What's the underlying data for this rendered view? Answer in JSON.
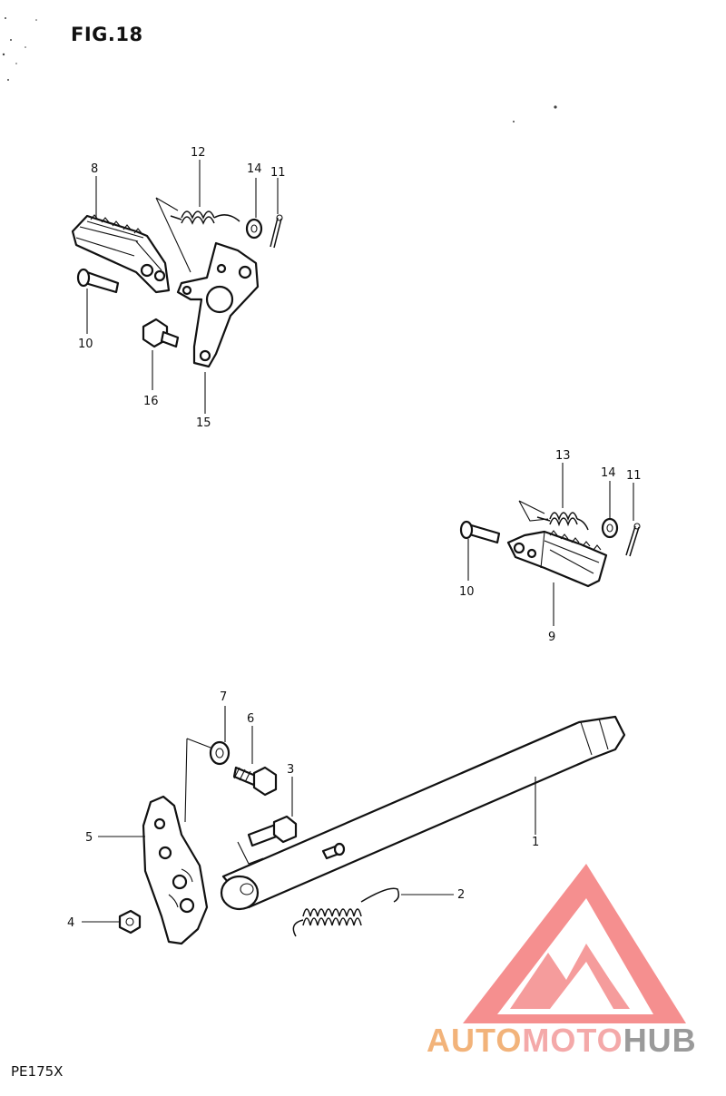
{
  "figure": {
    "title": "FIG.18",
    "model": "PE175X"
  },
  "callouts": {
    "p1": "1",
    "p2": "2",
    "p3": "3",
    "p4": "4",
    "p5": "5",
    "p6": "6",
    "p7": "7",
    "p8": "8",
    "p9": "9",
    "p10a": "10",
    "p10b": "10",
    "p11a": "11",
    "p11b": "11",
    "p12": "12",
    "p13": "13",
    "p14a": "14",
    "p14b": "14",
    "p15": "15",
    "p16": "16"
  },
  "watermark": {
    "part1": "AUTO",
    "part2": "MOTO",
    "part3": "HUB",
    "colors": {
      "auto": "#f2b37a",
      "moto": "#f4a9a9",
      "hub": "#9a9a9a",
      "logo": "#f26d6d"
    }
  }
}
